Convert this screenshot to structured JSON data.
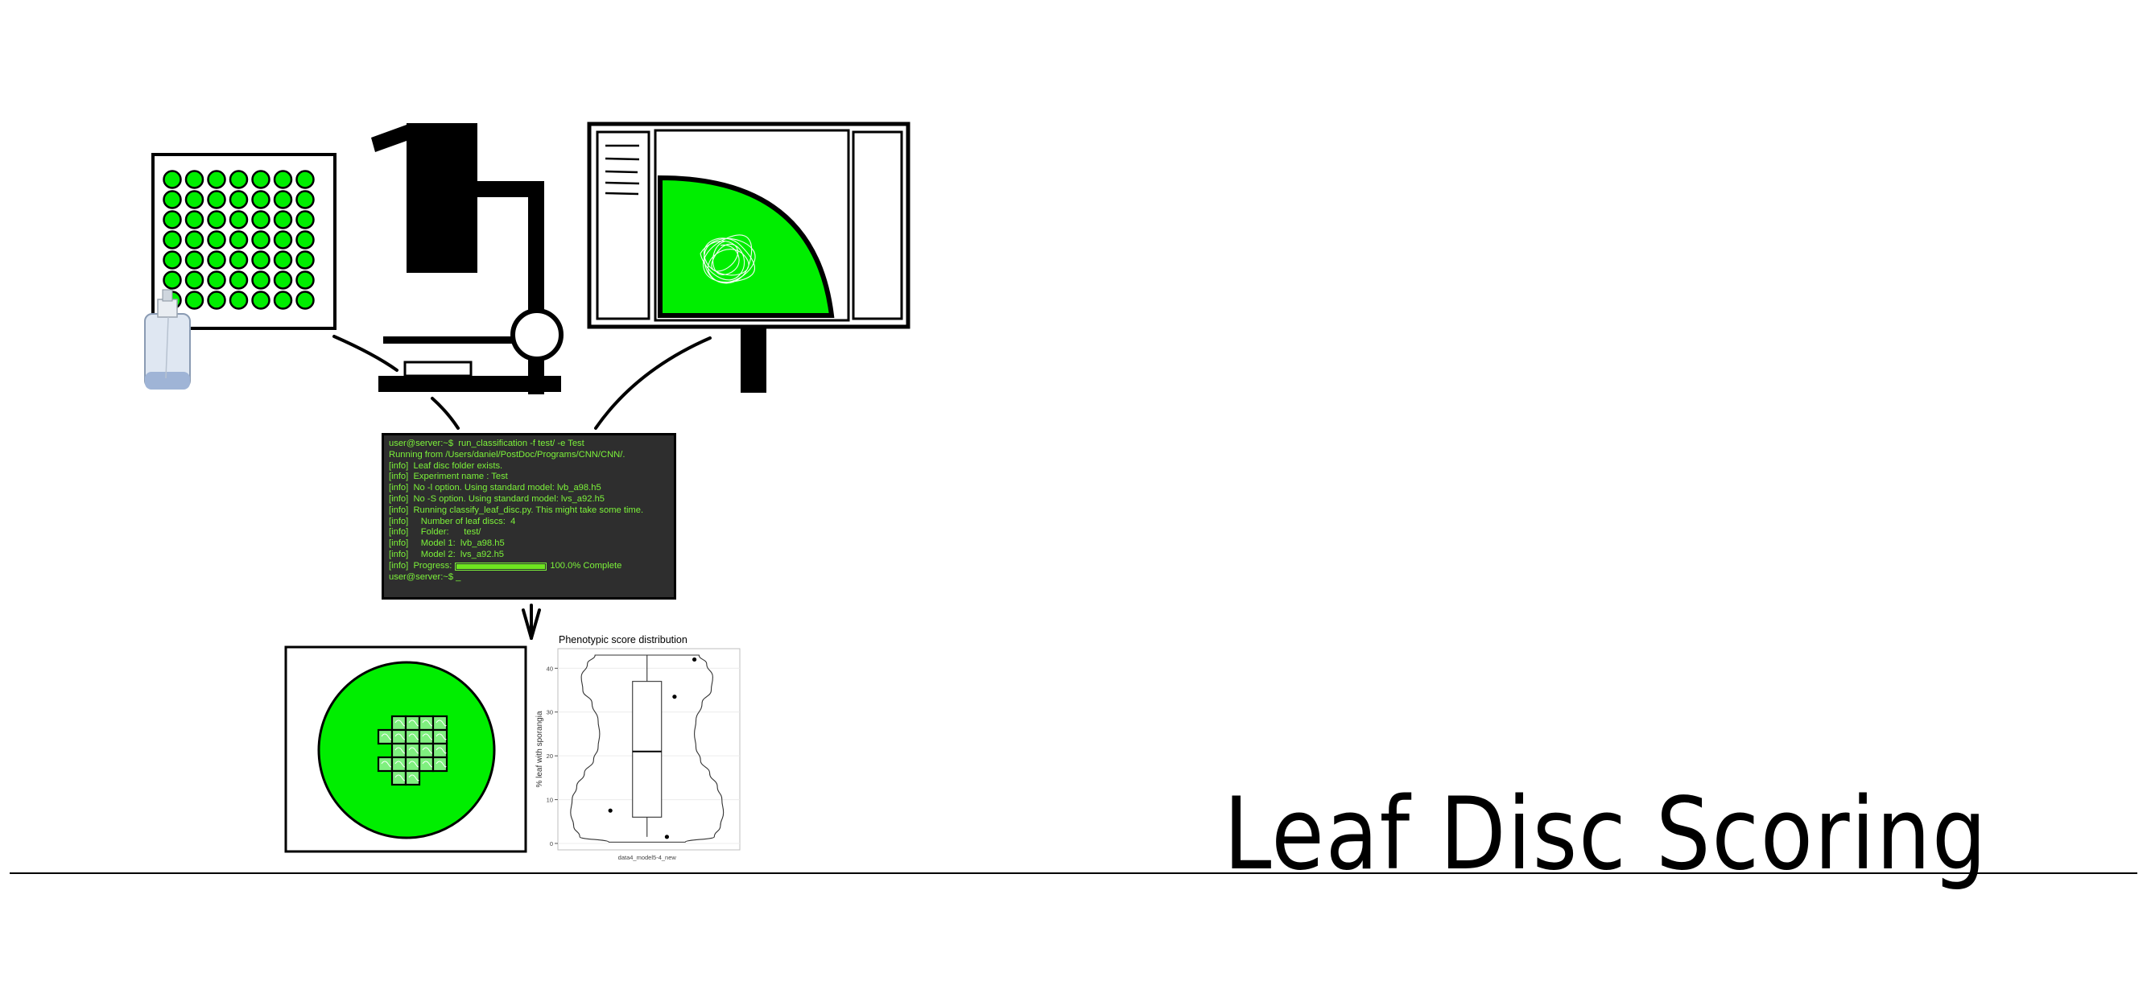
{
  "title": "Leaf Disc Scoring",
  "colors": {
    "leaf_green": "#00ee00",
    "terminal_bg": "#2e2e2e",
    "terminal_text": "#7cf23a",
    "progress_fill": "#6ee51f"
  },
  "icons": [
    "multiwell-plate-icon",
    "spray-bottle-icon",
    "microscope-icon",
    "computer-monitor-icon",
    "down-arrow-icon",
    "leaf-disc-icon"
  ],
  "terminal": {
    "lines": [
      "user@server:~$  run_classification -f test/ -e Test",
      "Running from /Users/daniel/PostDoc/Programs/CNN/CNN/.",
      "[info]  Leaf disc folder exists.",
      "[info]  Experiment name : Test",
      "[info]  No -l option. Using standard model: lvb_a98.h5",
      "[info]  No -S option. Using standard model: lvs_a92.h5",
      "[info]  Running classify_leaf_disc.py. This might take some time.",
      "[info]     Number of leaf discs:  4",
      "[info]     Folder:      test/",
      "[info]     Model 1:  lvb_a98.h5",
      "[info]     Model 2:  lvs_a92.h5"
    ],
    "progress_label": "[info]  Progress:",
    "progress_value": 1.0,
    "progress_text": "100.0% Complete",
    "prompt": "user@server:~$ _"
  },
  "chart_data": {
    "type": "violin",
    "title": "Phenotypic score distribution",
    "ylabel": "% leaf with sporangia",
    "categories": [
      "data4_model5-4_new"
    ],
    "ylim": [
      0,
      43
    ],
    "yticks": [
      0,
      10,
      20,
      30,
      40
    ],
    "grid": true,
    "box": {
      "min": 1.5,
      "q1": 6,
      "median": 21,
      "q3": 37,
      "max": 43
    },
    "violin_width": [
      [
        43,
        0.68
      ],
      [
        41,
        0.78
      ],
      [
        38,
        0.86
      ],
      [
        35,
        0.84
      ],
      [
        32,
        0.72
      ],
      [
        28,
        0.64
      ],
      [
        25,
        0.62
      ],
      [
        22,
        0.64
      ],
      [
        19,
        0.7
      ],
      [
        16,
        0.82
      ],
      [
        13,
        0.92
      ],
      [
        10,
        0.98
      ],
      [
        7,
        1.0
      ],
      [
        4,
        0.96
      ],
      [
        1.5,
        0.88
      ],
      [
        0.3,
        0.5
      ]
    ],
    "points": [
      {
        "y": 42
      },
      {
        "y": 33.5
      },
      {
        "y": 7.5
      },
      {
        "y": 1.5
      }
    ]
  }
}
